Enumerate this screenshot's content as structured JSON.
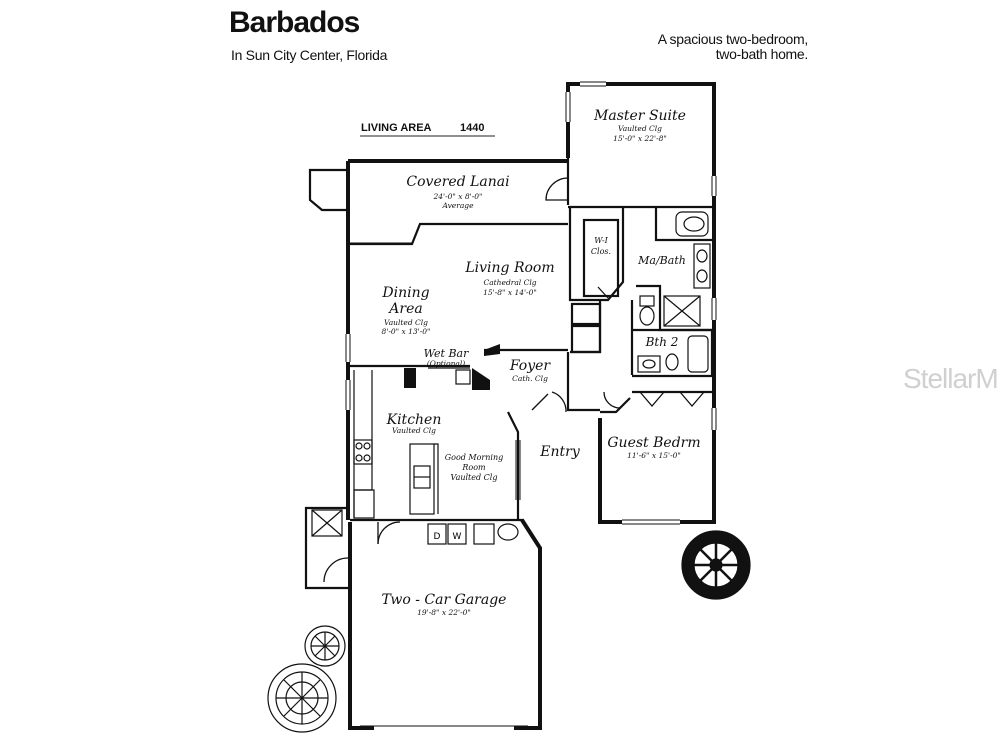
{
  "header": {
    "title": "Barbados",
    "location": "In Sun City Center, Florida",
    "tagline_line1": "A spacious two-bedroom,",
    "tagline_line2": "two-bath home."
  },
  "living_area": {
    "label": "LIVING AREA",
    "value": "1440"
  },
  "rooms": {
    "master_suite": {
      "name": "Master Suite",
      "ceiling": "Vaulted Clg",
      "size": "15'-0\" x 22'-8\""
    },
    "covered_lanai": {
      "name": "Covered Lanai",
      "size": "24'-0\" x 8'-0\"",
      "note": "Average"
    },
    "walk_in_closet": {
      "name": "W-I",
      "name2": "Clos."
    },
    "master_bath": {
      "name": "Ma/Bath"
    },
    "living_room": {
      "name": "Living Room",
      "ceiling": "Cathedral Clg",
      "size": "15'-8\" x 14'-0\""
    },
    "dining_area": {
      "name": "Dining",
      "name2": "Area",
      "ceiling": "Vaulted Clg",
      "size": "8'-0\" x 13'-0\""
    },
    "wet_bar": {
      "name": "Wet Bar",
      "note": "(Optional)"
    },
    "foyer": {
      "name": "Foyer",
      "ceiling": "Cath. Clg"
    },
    "bath2": {
      "name": "Bth 2"
    },
    "kitchen": {
      "name": "Kitchen",
      "ceiling": "Vaulted Clg"
    },
    "good_morning_room": {
      "name": "Good Morning",
      "name2": "Room",
      "ceiling": "Vaulted Clg"
    },
    "entry": {
      "name": "Entry"
    },
    "guest_bedroom": {
      "name": "Guest Bedrm",
      "size": "11'-6\" x 15'-0\""
    },
    "garage": {
      "name": "Two - Car Garage",
      "size": "19'-8\" x 22'-0\""
    }
  },
  "appliances": {
    "dishwasher": "D",
    "washer": "W"
  },
  "watermark": "StellarM"
}
